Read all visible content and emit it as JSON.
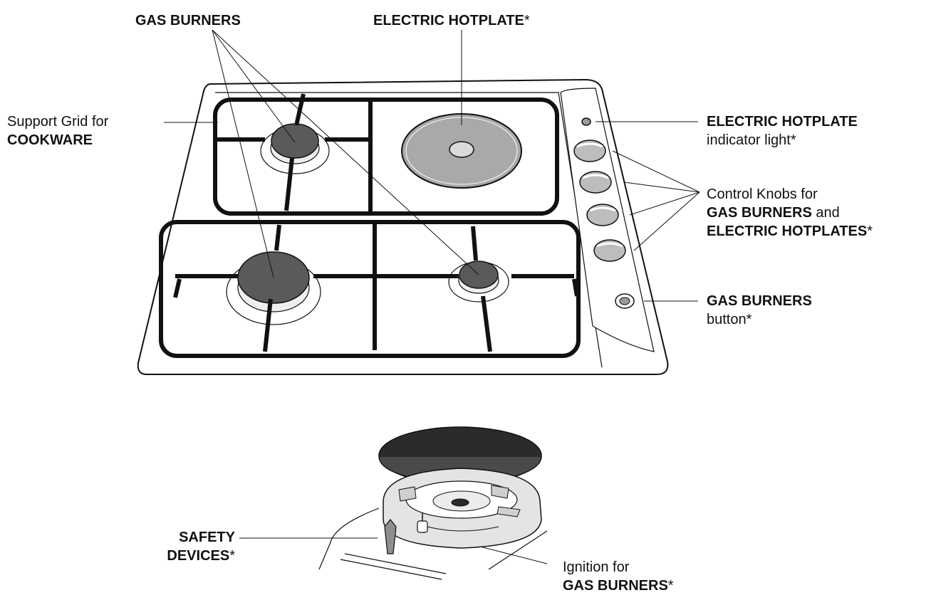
{
  "labels": {
    "gas_burners_top": "GAS BURNERS",
    "electric_hotplate_top": "ELECTRIC HOTPLATE",
    "electric_hotplate_top_star": "*",
    "support_grid_line1": "Support Grid for",
    "support_grid_line2": "COOKWARE",
    "indicator_line1": "ELECTRIC HOTPLATE",
    "indicator_line2": "indicator light*",
    "knobs_line1": "Control Knobs for",
    "knobs_line2_bold": "GAS BURNERS",
    "knobs_line2_rest": " and",
    "knobs_line3_bold": "ELECTRIC HOTPLATES",
    "knobs_line3_star": "*",
    "button_line1": "GAS BURNERS",
    "button_line2": "button*",
    "safety_line1": "SAFETY",
    "safety_line2_bold": "DEVICES",
    "safety_line2_star": "*",
    "ignition_line1": "Ignition for",
    "ignition_line2_bold": "GAS BURNERS",
    "ignition_line2_star": "*"
  },
  "colors": {
    "line": "#111111",
    "burner_cap": "#5a5a5a",
    "hotplate": "#a9a9a9",
    "knob": "#bdbdbd",
    "burner_disc": "#2b2b2b",
    "burner_body": "#e4e4e4"
  }
}
